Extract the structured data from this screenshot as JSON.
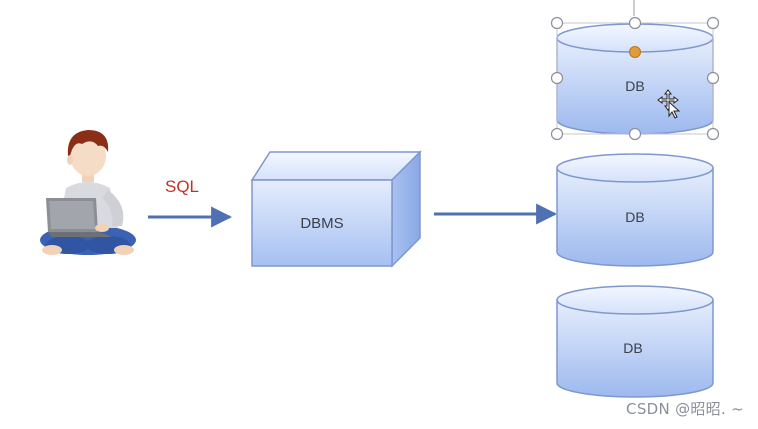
{
  "diagram": {
    "sql_label": "SQL",
    "dbms_label": "DBMS",
    "databases": [
      {
        "label": "DB",
        "selected": true
      },
      {
        "label": "DB",
        "selected": false
      },
      {
        "label": "DB",
        "selected": false
      }
    ]
  },
  "watermark": "CSDN @昭昭. ~",
  "colors": {
    "shape_fill_top": "#e3ecfb",
    "shape_fill_bottom": "#9dbaf0",
    "shape_stroke": "#7f97cf",
    "arrow": "#4f71b3",
    "sql_text": "#c0312a",
    "selection_handle": "#e39a3a"
  },
  "icons": [
    "person-with-laptop-icon",
    "move-cursor-icon"
  ]
}
